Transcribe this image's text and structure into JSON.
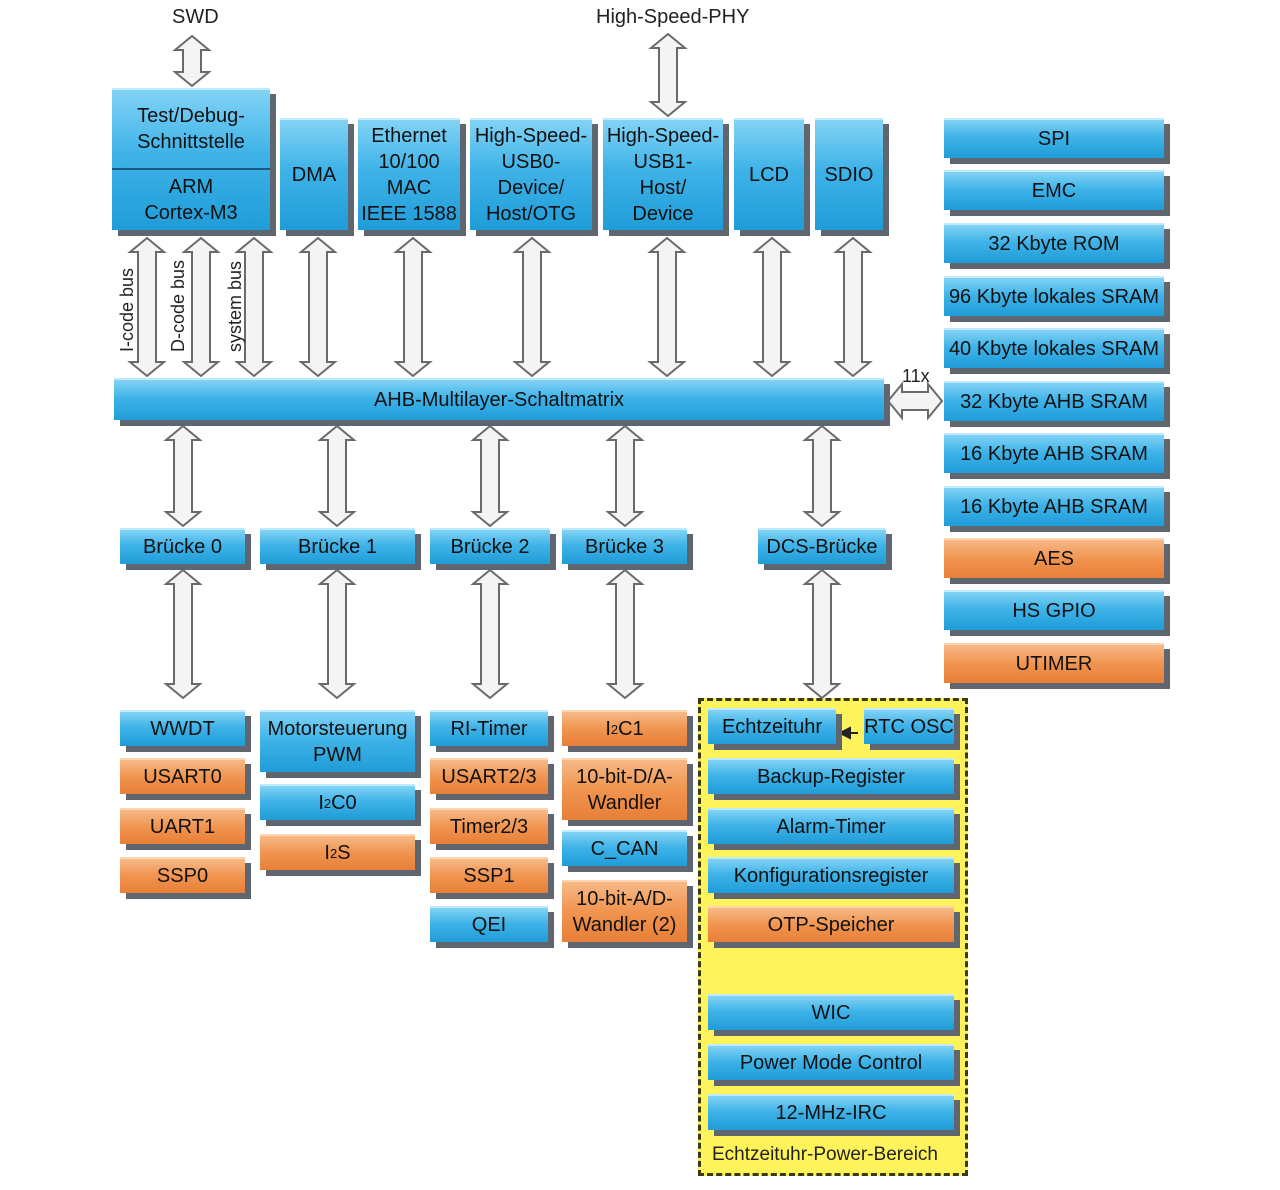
{
  "labels": {
    "swd": "SWD",
    "hs_phy": "High-Speed-PHY",
    "icode": "I-code bus",
    "dcode": "D-code bus",
    "system": "system bus",
    "mult": "11x",
    "rtc_area": "Echtzeituhr-Power-Bereich"
  },
  "top": {
    "debug": "Test/Debug-\nSchnittstelle",
    "cortex": "ARM\nCortex-M3",
    "dma": "DMA",
    "ethernet": "Ethernet\n10/100\nMAC\nIEEE 1588",
    "usb0": "High-Speed-\nUSB0-\nDevice/\nHost/OTG",
    "usb1": "High-Speed-\nUSB1-\nHost/\nDevice",
    "lcd": "LCD",
    "sdio": "SDIO"
  },
  "matrix": "AHB-Multilayer-Schaltmatrix",
  "memory": [
    "SPI",
    "EMC",
    "32 Kbyte ROM",
    "96 Kbyte lokales SRAM",
    "40 Kbyte lokales SRAM",
    "32 Kbyte AHB SRAM",
    "16 Kbyte AHB SRAM",
    "16 Kbyte AHB SRAM",
    "AES",
    "HS GPIO",
    "UTIMER"
  ],
  "bridges": [
    "Brücke 0",
    "Brücke 1",
    "Brücke 2",
    "Brücke 3",
    "DCS-Brücke"
  ],
  "periph": {
    "wwdt": "WWDT",
    "usart0": "USART0",
    "uart1": "UART1",
    "ssp0": "SSP0",
    "motor": "Motorsteuerung\nPWM",
    "i2c0_a": "I",
    "i2c0_sup": "2",
    "i2c0_b": "C0",
    "i2s_a": "I",
    "i2s_sup": "2",
    "i2s_b": "S",
    "ritimer": "RI-Timer",
    "usart23": "USART2/3",
    "timer23": "Timer2/3",
    "ssp1": "SSP1",
    "qei": "QEI",
    "i2c1_a": "I",
    "i2c1_sup": "2",
    "i2c1_b": "C1",
    "dac": "10-bit-D/A-\nWandler",
    "ccan": "C_CAN",
    "adc": "10-bit-A/D-\nWandler (2)"
  },
  "rtc": {
    "echtzeituhr": "Echtzeituhr",
    "rtcosc": "RTC OSC",
    "backup": "Backup-Register",
    "alarm": "Alarm-Timer",
    "konfig": "Konfigurationsregister",
    "otp": "OTP-Speicher",
    "wic": "WIC",
    "power": "Power Mode Control",
    "irc": "12-MHz-IRC"
  },
  "colors": {
    "blue": "#3fb3e8",
    "orange": "#f0944f",
    "yellow": "#fff35c"
  }
}
